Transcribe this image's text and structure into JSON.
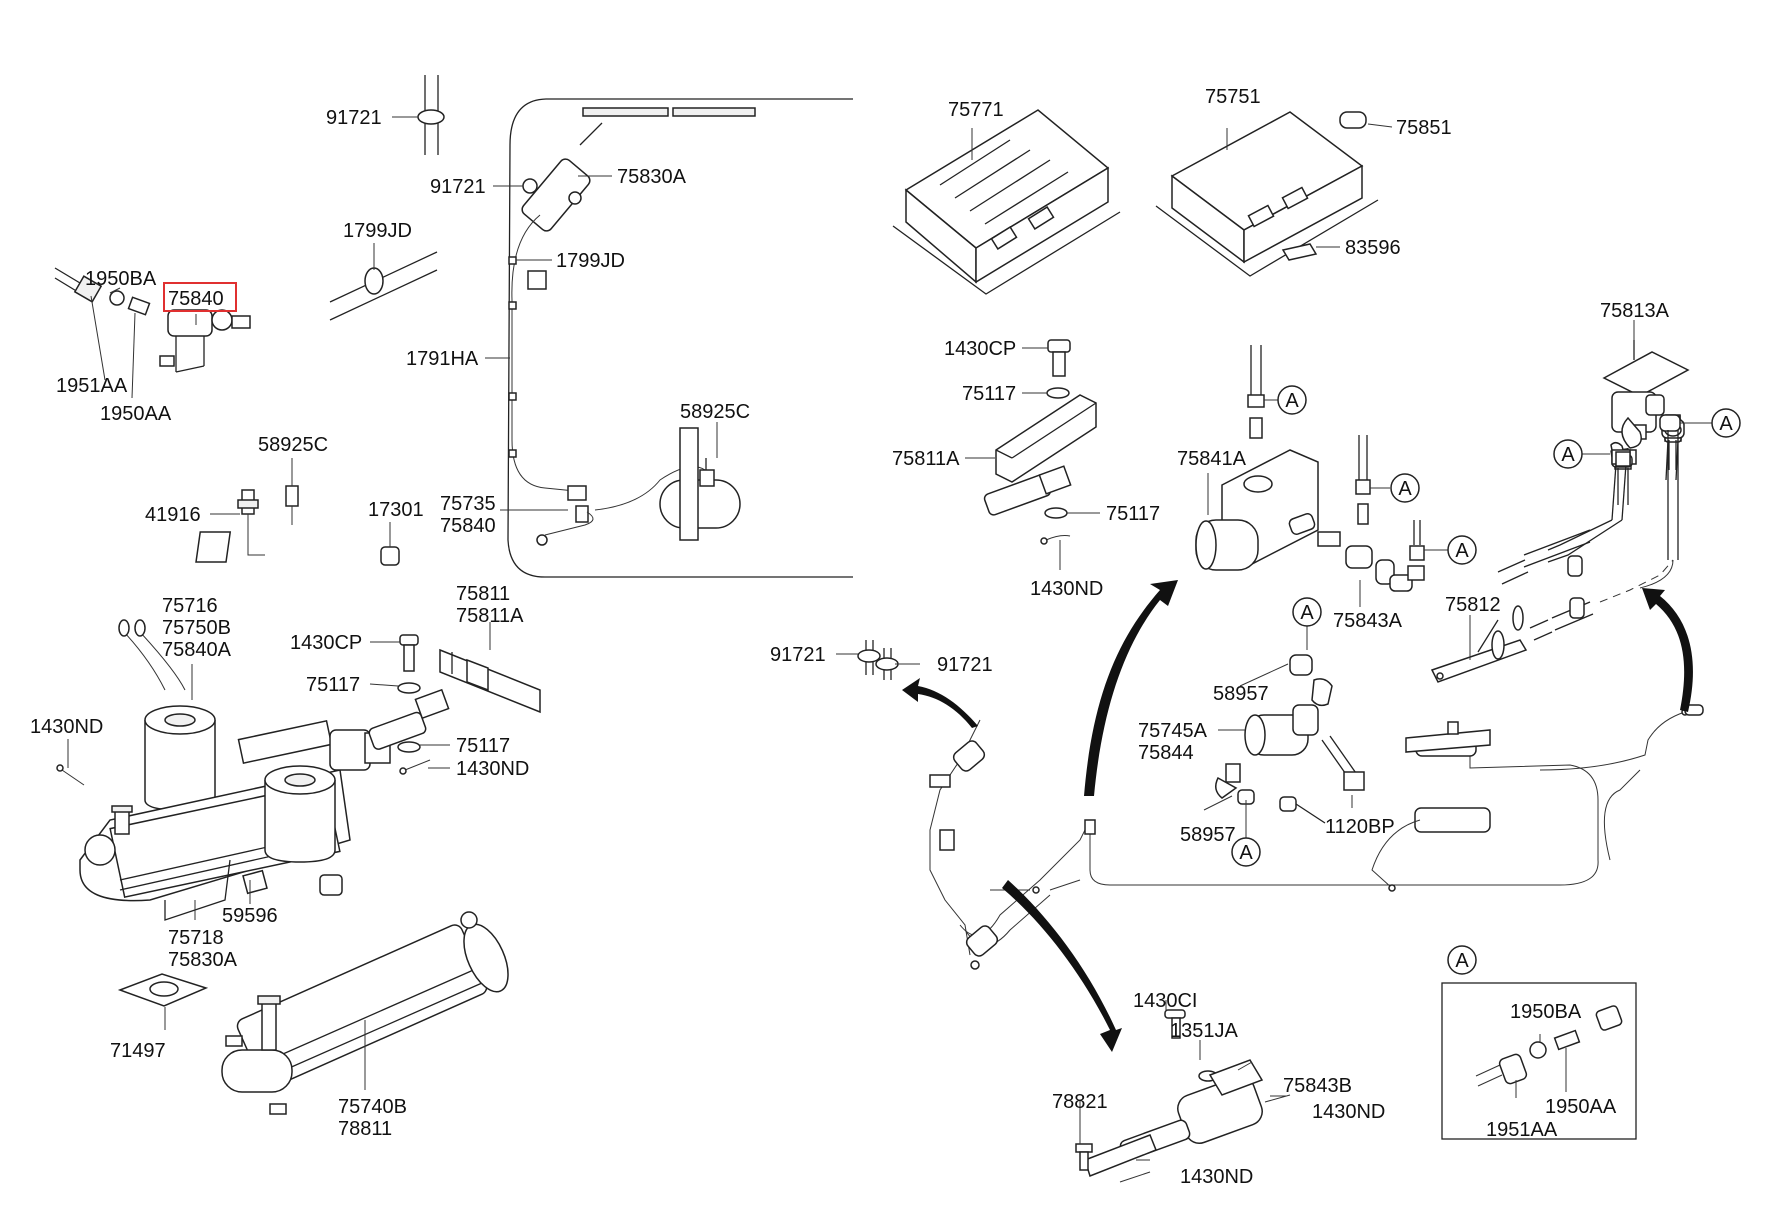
{
  "highlight_color": "#e03030",
  "labels": {
    "p91721_a": "91721",
    "p91721_b": "91721",
    "p75830A_a": "75830A",
    "p1799JD_a": "1799JD",
    "p1799JD_b": "1799JD",
    "p1950BA_a": "1950BA",
    "p75840_hl": "75840",
    "p1951AA_a": "1951AA",
    "p1950AA_a": "1950AA",
    "p1791HA": "1791HA",
    "p58925C_a": "58925C",
    "p58925C_b": "58925C",
    "p41916": "41916",
    "p17301": "17301",
    "p75735": "75735",
    "p75840_b": "75840",
    "p75716": "75716",
    "p75750B": "75750B",
    "p75840A": "75840A",
    "p1430CP_a": "1430CP",
    "p75117_a": "75117",
    "p75811_a": "75811",
    "p75811A_a": "75811A",
    "p1430ND_a": "1430ND",
    "p75117_b": "75117",
    "p1430ND_b": "1430ND",
    "p59596": "59596",
    "p75718": "75718",
    "p75830A_b": "75830A",
    "p71497": "71497",
    "p75740B": "75740B",
    "p78811": "78811",
    "p75771": "75771",
    "p75751": "75751",
    "p75851": "75851",
    "p83596": "83596",
    "p1430CP_b": "1430CP",
    "p75117_c": "75117",
    "p75811A_b": "75811A",
    "p75117_d": "75117",
    "p1430ND_c": "1430ND",
    "p75841A": "75841A",
    "p75843A": "75843A",
    "p75813A": "75813A",
    "p75812": "75812",
    "p91721_c": "91721",
    "p91721_d": "91721",
    "p58957_a": "58957",
    "p75745A": "75745A",
    "p75844": "75844",
    "p58957_b": "58957",
    "p1120BP": "1120BP",
    "p1430CI": "1430CI",
    "p1351JA": "1351JA",
    "p75843B": "75843B",
    "p78821": "78821",
    "p1430ND_d": "1430ND",
    "p1430ND_e": "1430ND",
    "p1950BA_b": "1950BA",
    "p1950AA_b": "1950AA",
    "p1951AA_b": "1951AA"
  },
  "callout_letter": "A",
  "detail_box_title": "A"
}
